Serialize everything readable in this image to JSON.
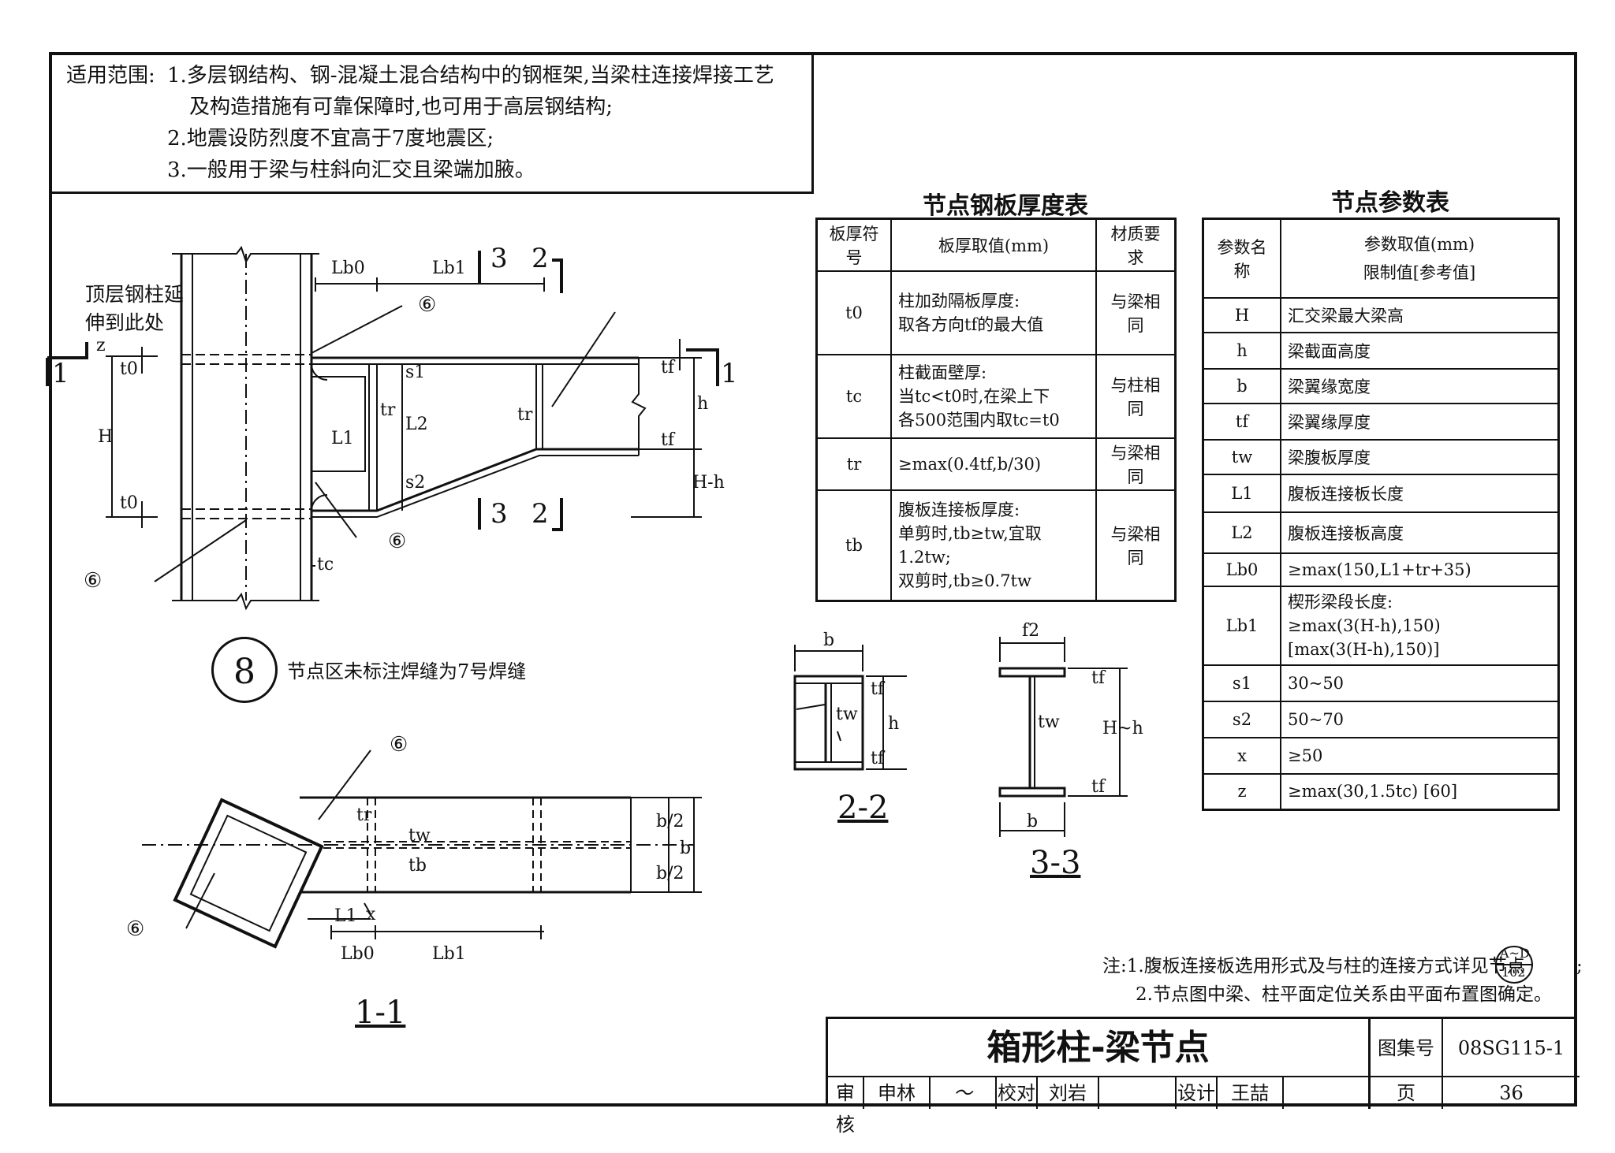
{
  "scope": {
    "heading": "适用范围:",
    "line1": "1.多层钢结构、钢-混凝土混合结构中的钢框架,当梁柱连接焊接工艺",
    "line2": "及构造措施有可靠保障时,也可用于高层钢结构;",
    "line3": "2.地震设防烈度不宜高于7度地震区;",
    "line4": "3.一般用于梁与柱斜向汇交且梁端加腋。"
  },
  "plate_table": {
    "title": "节点钢板厚度表",
    "headers": [
      "板厚符号",
      "板厚取值(mm)",
      "材质要求"
    ],
    "rows": [
      {
        "symbol": "t0",
        "value": [
          "柱加劲隔板厚度:",
          "取各方向tf的最大值"
        ],
        "material": "与梁相同"
      },
      {
        "symbol": "tc",
        "value": [
          "柱截面壁厚:",
          "当tc<t0时,在梁上下",
          "各500范围内取tc=t0"
        ],
        "material": "与柱相同"
      },
      {
        "symbol": "tr",
        "value": [
          "≥max(0.4tf,b/30)"
        ],
        "material": "与梁相同"
      },
      {
        "symbol": "tb",
        "value": [
          "腹板连接板厚度:",
          "单剪时,tb≥tw,宜取",
          "1.2tw;",
          "双剪时,tb≥0.7tw"
        ],
        "material": "与梁相同"
      }
    ]
  },
  "param_table": {
    "title": "节点参数表",
    "header_name": "参数名称",
    "header_value_1": "参数取值(mm)",
    "header_value_2": "限制值[参考值]",
    "rows": [
      {
        "name": "H",
        "value": [
          "汇交梁最大梁高"
        ]
      },
      {
        "name": "h",
        "value": [
          "梁截面高度"
        ]
      },
      {
        "name": "b",
        "value": [
          "梁翼缘宽度"
        ]
      },
      {
        "name": "tf",
        "value": [
          "梁翼缘厚度"
        ]
      },
      {
        "name": "tw",
        "value": [
          "梁腹板厚度"
        ]
      },
      {
        "name": "L1",
        "value": [
          "腹板连接板长度"
        ]
      },
      {
        "name": "L2",
        "value": [
          "腹板连接板高度"
        ]
      },
      {
        "name": "Lb0",
        "value": [
          "≥max(150,L1+tr+35)"
        ]
      },
      {
        "name": "Lb1",
        "value": [
          "楔形梁段长度:",
          "≥max(3(H-h),150)",
          "[max(3(H-h),150)]"
        ]
      },
      {
        "name": "s1",
        "value": [
          "30~50"
        ]
      },
      {
        "name": "s2",
        "value": [
          "50~70"
        ]
      },
      {
        "name": "x",
        "value": [
          "≥50"
        ]
      },
      {
        "name": "z",
        "value": [
          "≥max(30,1.5tc) [60]"
        ]
      }
    ]
  },
  "elevation": {
    "col_ext_1": "顶层钢柱延",
    "col_ext_2": "伸到此处",
    "Lb0": "Lb0",
    "Lb1": "Lb1",
    "sec3": "3",
    "sec2": "2",
    "sec1": "1",
    "z": "z",
    "t0": "t0",
    "H": "H",
    "s1": "s1",
    "L2": "L2",
    "L1": "L1",
    "s2": "s2",
    "tr": "tr",
    "tc": "tc",
    "tf": "tf",
    "h": "h",
    "Hh": "H-h",
    "weld6": "⑥"
  },
  "node_symbol": {
    "number": "8",
    "note": "节点区未标注焊缝为7号焊缝"
  },
  "sec22": {
    "label": "2-2",
    "b": "b",
    "tf": "tf",
    "tw": "tw",
    "h": "h"
  },
  "sec33": {
    "label": "3-3",
    "f2": "f2",
    "b": "b",
    "tf": "tf",
    "tw": "tw",
    "Hh": "H~h"
  },
  "sec11": {
    "label": "1-1",
    "tr": "tr",
    "tw": "tw",
    "tb": "tb",
    "b2": "b/2",
    "b": "b",
    "L1": "L1",
    "x": "x",
    "Lb0": "Lb0",
    "Lb1": "Lb1"
  },
  "notes": {
    "line1": "注:1.腹板连接板选用形式及与柱的连接方式详见节点",
    "ref_top": "A~D",
    "ref_bottom": "102",
    "line1_end": ";",
    "line2": "2.节点图中梁、柱平面定位关系由平面布置图确定。"
  },
  "title_block": {
    "title": "箱形柱-梁节点",
    "atlas_label": "图集号",
    "atlas_no": "08SG115-1",
    "review": "审核",
    "reviewer": "申林",
    "check": "校对",
    "checker": "刘岩",
    "design": "设计",
    "designer": "王喆",
    "page_label": "页",
    "page_no": "36"
  }
}
